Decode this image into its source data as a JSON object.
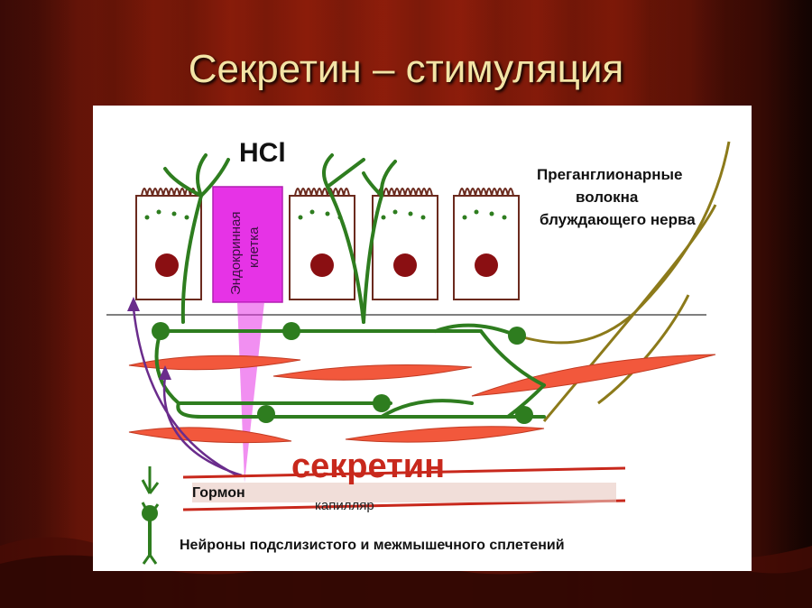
{
  "slide": {
    "title": "Секретин – стимуляция"
  },
  "diagram": {
    "hcl_label": "HCl",
    "endocrine_cell_line1": "Эндокринная",
    "endocrine_cell_line2": "клетка",
    "nerve_label_line1": "Преганглионарные",
    "nerve_label_line2": "волокна",
    "nerve_label_line3": "блуждающего нерва",
    "secretin_label": "секретин",
    "hormone_label": "Гормон",
    "capillary_label": "капилляр",
    "neurons_label": "Нейроны подслизистого и межмышечного сплетений"
  },
  "colors": {
    "neuron_green": "#2e7d1f",
    "cell_outline": "#6b2a1e",
    "nucleus": "#8a0f12",
    "endocrine_magenta": "#e633e6",
    "muscle_red": "#f2583c",
    "vagus_olive": "#8c7a1a",
    "arrow_purple": "#6a2c8c",
    "secretin_red": "#c8281c"
  }
}
